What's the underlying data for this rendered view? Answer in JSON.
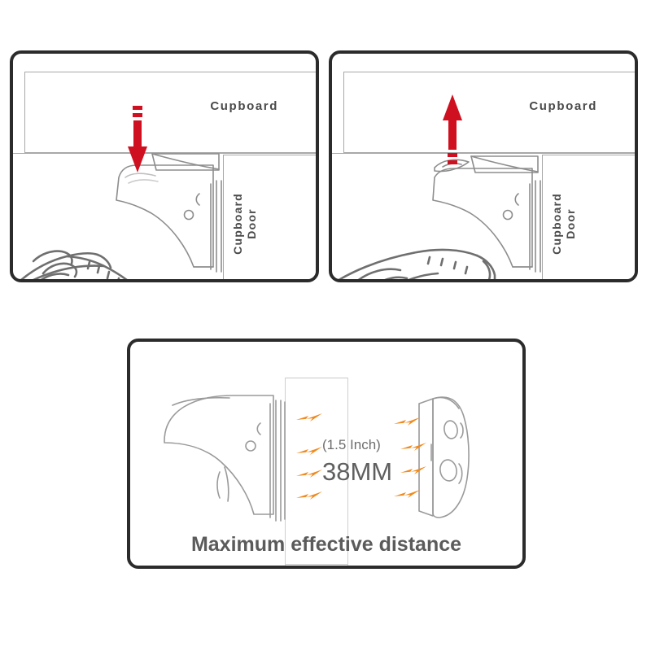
{
  "figure": {
    "title": "Magnetic cupboard lock usage diagram",
    "background_color": "#ffffff",
    "panel_border_color": "#2b2b2b",
    "line_art_color": "#8d8d8d",
    "arrow_color": "#cf1020",
    "bolt_color": "#f08a1e",
    "text_color": "#5b5b5b"
  },
  "panels": [
    {
      "id": "press",
      "name": "press-down-panel",
      "labels": {
        "cupboard": "Cupboard",
        "cupboard_door": "Cupboard\nDoor"
      },
      "arrow": {
        "direction": "down",
        "color": "#cf1020",
        "dashes": 2
      }
    },
    {
      "id": "lift",
      "name": "lift-up-panel",
      "labels": {
        "cupboard": "Cupboard",
        "cupboard_door": "Cupboard\nDoor"
      },
      "arrow": {
        "direction": "up",
        "color": "#cf1020",
        "dashes": 2
      }
    },
    {
      "id": "distance",
      "name": "maximum-distance-panel",
      "labels": {
        "inch": "(1.5 Inch)",
        "mm": "38MM",
        "caption": "Maximum effective distance"
      },
      "bolts": {
        "left_count": 4,
        "right_count": 4,
        "color": "#f08a1e"
      }
    }
  ]
}
